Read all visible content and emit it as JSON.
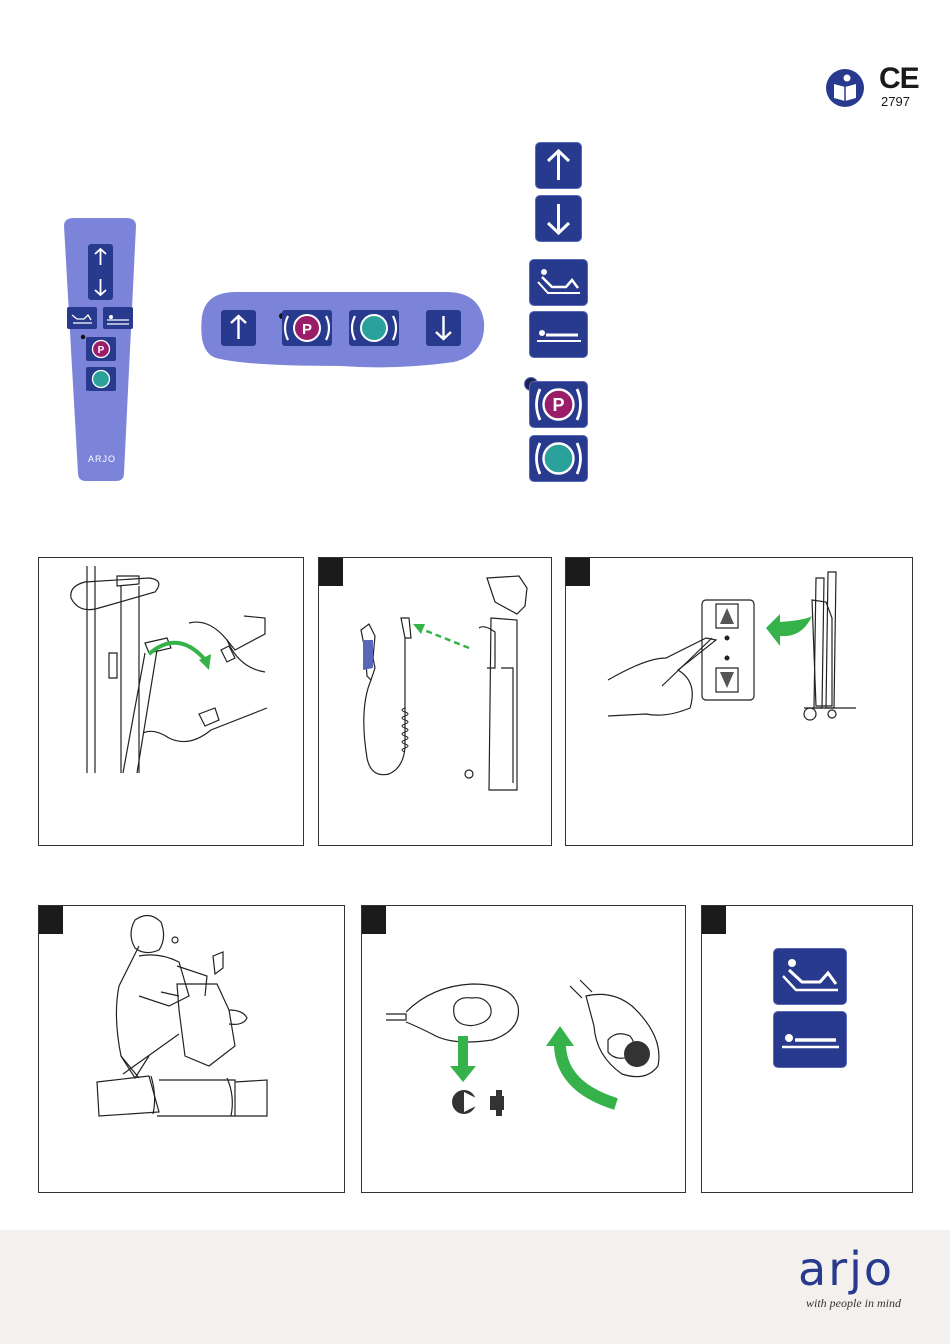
{
  "header": {
    "ce_mark": "CE",
    "ce_number": "2797",
    "manual_icon": "read-manual-icon"
  },
  "handset": {
    "brand": "ARJO"
  },
  "legend": {
    "icons": [
      "arrow-up-icon",
      "arrow-down-icon",
      "chair-position-icon",
      "flat-position-icon",
      "park-brake-icon",
      "free-wheel-icon"
    ],
    "park_letter": "P"
  },
  "panels": [
    {
      "id": "1",
      "illustration": "wall-bracket-release"
    },
    {
      "id": "2",
      "illustration": "handset-cable-to-lift"
    },
    {
      "id": "3",
      "illustration": "test-up-down-buttons"
    },
    {
      "id": "4",
      "illustration": "nurse-with-bed"
    },
    {
      "id": "5",
      "illustration": "cable-connector-mount"
    },
    {
      "id": "6",
      "illustration": "chair-flat-buttons"
    }
  ],
  "footer": {
    "logo_text": "arjo",
    "tagline": "with people in mind",
    "background": "#f3f0ee"
  },
  "colors": {
    "key_blue": "#283a8e",
    "handset_blue": "#7b84d9",
    "park_magenta": "#9a1d6a",
    "go_teal": "#2aa19a",
    "arrow_green": "#35b34a"
  }
}
